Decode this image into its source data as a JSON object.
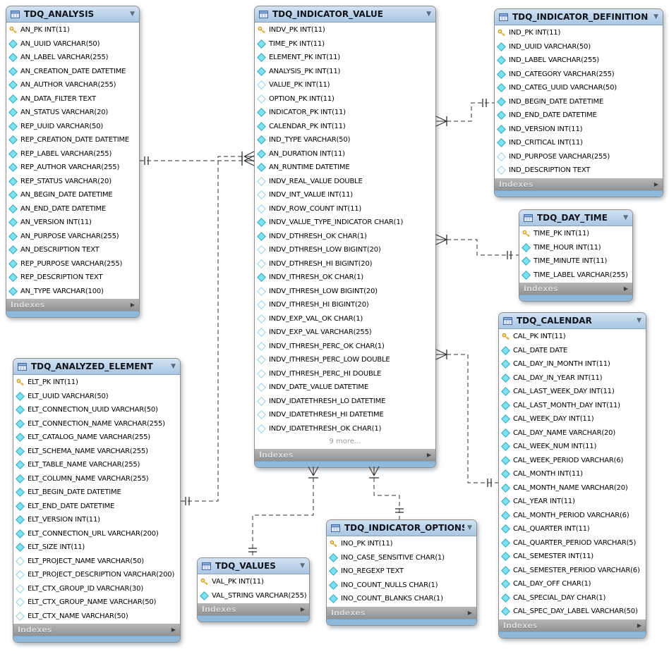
{
  "labels": {
    "indexes": "Indexes"
  },
  "icons": {
    "collapse": "▼",
    "expand": "▶",
    "primary_key": "key-icon",
    "notnull": "filled-diamond-icon",
    "nullable": "open-diamond-icon"
  },
  "colors": {
    "header": "#a9c6e2",
    "strip": "#8fb9da",
    "footer": "#9e9e9e",
    "diamond_notnull": "#7de2ef",
    "key_yellow": "#ffd95e",
    "wire": "#2f2f2f"
  },
  "tables": [
    {
      "id": "tdq_analysis",
      "name": "TDQ_ANALYSIS",
      "more": null,
      "columns": [
        {
          "name": "AN_PK",
          "type": "INT(11)",
          "key": "pk"
        },
        {
          "name": "AN_UUID",
          "type": "VARCHAR(50)",
          "key": "notnull"
        },
        {
          "name": "AN_LABEL",
          "type": "VARCHAR(255)",
          "key": "notnull"
        },
        {
          "name": "AN_CREATION_DATE",
          "type": "DATETIME",
          "key": "notnull"
        },
        {
          "name": "AN_AUTHOR",
          "type": "VARCHAR(255)",
          "key": "notnull"
        },
        {
          "name": "AN_DATA_FILTER",
          "type": "TEXT",
          "key": "notnull"
        },
        {
          "name": "AN_STATUS",
          "type": "VARCHAR(20)",
          "key": "notnull"
        },
        {
          "name": "REP_UUID",
          "type": "VARCHAR(50)",
          "key": "notnull"
        },
        {
          "name": "REP_CREATION_DATE",
          "type": "DATETIME",
          "key": "notnull"
        },
        {
          "name": "REP_LABEL",
          "type": "VARCHAR(255)",
          "key": "notnull"
        },
        {
          "name": "REP_AUTHOR",
          "type": "VARCHAR(255)",
          "key": "notnull"
        },
        {
          "name": "REP_STATUS",
          "type": "VARCHAR(20)",
          "key": "notnull"
        },
        {
          "name": "AN_BEGIN_DATE",
          "type": "DATETIME",
          "key": "notnull"
        },
        {
          "name": "AN_END_DATE",
          "type": "DATETIME",
          "key": "notnull"
        },
        {
          "name": "AN_VERSION",
          "type": "INT(11)",
          "key": "notnull"
        },
        {
          "name": "AN_PURPOSE",
          "type": "VARCHAR(255)",
          "key": "notnull"
        },
        {
          "name": "AN_DESCRIPTION",
          "type": "TEXT",
          "key": "notnull"
        },
        {
          "name": "REP_PURPOSE",
          "type": "VARCHAR(255)",
          "key": "notnull"
        },
        {
          "name": "REP_DESCRIPTION",
          "type": "TEXT",
          "key": "notnull"
        },
        {
          "name": "AN_TYPE",
          "type": "VARCHAR(100)",
          "key": "notnull"
        }
      ]
    },
    {
      "id": "tdq_indicator_value",
      "name": "TDQ_INDICATOR_VALUE",
      "more": "9 more...",
      "columns": [
        {
          "name": "INDV_PK",
          "type": "INT(11)",
          "key": "pk"
        },
        {
          "name": "TIME_PK",
          "type": "INT(11)",
          "key": "notnull"
        },
        {
          "name": "ELEMENT_PK",
          "type": "INT(11)",
          "key": "notnull"
        },
        {
          "name": "ANALYSIS_PK",
          "type": "INT(11)",
          "key": "notnull"
        },
        {
          "name": "VALUE_PK",
          "type": "INT(11)",
          "key": "nullable"
        },
        {
          "name": "OPTION_PK",
          "type": "INT(11)",
          "key": "nullable"
        },
        {
          "name": "INDICATOR_PK",
          "type": "INT(11)",
          "key": "notnull"
        },
        {
          "name": "CALENDAR_PK",
          "type": "INT(11)",
          "key": "notnull"
        },
        {
          "name": "IND_TYPE",
          "type": "VARCHAR(50)",
          "key": "notnull"
        },
        {
          "name": "AN_DURATION",
          "type": "INT(11)",
          "key": "notnull"
        },
        {
          "name": "AN_RUNTIME",
          "type": "DATETIME",
          "key": "notnull"
        },
        {
          "name": "INDV_REAL_VALUE",
          "type": "DOUBLE",
          "key": "nullable"
        },
        {
          "name": "INDV_INT_VALUE",
          "type": "INT(11)",
          "key": "nullable"
        },
        {
          "name": "INDV_ROW_COUNT",
          "type": "INT(11)",
          "key": "nullable"
        },
        {
          "name": "INDV_VALUE_TYPE_INDICATOR",
          "type": "CHAR(1)",
          "key": "notnull"
        },
        {
          "name": "INDV_DTHRESH_OK",
          "type": "CHAR(1)",
          "key": "notnull"
        },
        {
          "name": "INDV_DTHRESH_LOW",
          "type": "BIGINT(20)",
          "key": "nullable"
        },
        {
          "name": "INDV_DTHRESH_HI",
          "type": "BIGINT(20)",
          "key": "nullable"
        },
        {
          "name": "INDV_ITHRESH_OK",
          "type": "CHAR(1)",
          "key": "notnull"
        },
        {
          "name": "INDV_ITHRESH_LOW",
          "type": "BIGINT(20)",
          "key": "nullable"
        },
        {
          "name": "INDV_ITHRESH_HI",
          "type": "BIGINT(20)",
          "key": "nullable"
        },
        {
          "name": "INDV_EXP_VAL_OK",
          "type": "CHAR(1)",
          "key": "nullable"
        },
        {
          "name": "INDV_EXP_VAL",
          "type": "VARCHAR(255)",
          "key": "nullable"
        },
        {
          "name": "INDV_ITHRESH_PERC_OK",
          "type": "CHAR(1)",
          "key": "nullable"
        },
        {
          "name": "INDV_ITHRESH_PERC_LOW",
          "type": "DOUBLE",
          "key": "nullable"
        },
        {
          "name": "INDV_ITHRESH_PERC_HI",
          "type": "DOUBLE",
          "key": "nullable"
        },
        {
          "name": "INDV_DATE_VALUE",
          "type": "DATETIME",
          "key": "nullable"
        },
        {
          "name": "INDV_IDATETHRESH_LO",
          "type": "DATETIME",
          "key": "nullable"
        },
        {
          "name": "INDV_IDATETHRESH_HI",
          "type": "DATETIME",
          "key": "nullable"
        },
        {
          "name": "INDV_IDATETHRESH_OK",
          "type": "CHAR(1)",
          "key": "nullable"
        }
      ]
    },
    {
      "id": "tdq_indicator_definition",
      "name": "TDQ_INDICATOR_DEFINITION",
      "more": null,
      "columns": [
        {
          "name": "IND_PK",
          "type": "INT(11)",
          "key": "pk"
        },
        {
          "name": "IND_UUID",
          "type": "VARCHAR(50)",
          "key": "notnull"
        },
        {
          "name": "IND_LABEL",
          "type": "VARCHAR(255)",
          "key": "notnull"
        },
        {
          "name": "IND_CATEGORY",
          "type": "VARCHAR(255)",
          "key": "notnull"
        },
        {
          "name": "IND_CATEG_UUID",
          "type": "VARCHAR(50)",
          "key": "notnull"
        },
        {
          "name": "IND_BEGIN_DATE",
          "type": "DATETIME",
          "key": "notnull"
        },
        {
          "name": "IND_END_DATE",
          "type": "DATETIME",
          "key": "notnull"
        },
        {
          "name": "IND_VERSION",
          "type": "INT(11)",
          "key": "notnull"
        },
        {
          "name": "IND_CRITICAL",
          "type": "INT(11)",
          "key": "notnull"
        },
        {
          "name": "IND_PURPOSE",
          "type": "VARCHAR(255)",
          "key": "nullable"
        },
        {
          "name": "IND_DESCRIPTION",
          "type": "TEXT",
          "key": "nullable"
        }
      ]
    },
    {
      "id": "tdq_day_time",
      "name": "TDQ_DAY_TIME",
      "more": null,
      "columns": [
        {
          "name": "TIME_PK",
          "type": "INT(11)",
          "key": "pk"
        },
        {
          "name": "TIME_HOUR",
          "type": "INT(11)",
          "key": "notnull"
        },
        {
          "name": "TIME_MINUTE",
          "type": "INT(11)",
          "key": "notnull"
        },
        {
          "name": "TIME_LABEL",
          "type": "VARCHAR(255)",
          "key": "notnull"
        }
      ]
    },
    {
      "id": "tdq_calendar",
      "name": "TDQ_CALENDAR",
      "more": null,
      "columns": [
        {
          "name": "CAL_PK",
          "type": "INT(11)",
          "key": "pk"
        },
        {
          "name": "CAL_DATE",
          "type": "DATE",
          "key": "notnull"
        },
        {
          "name": "CAL_DAY_IN_MONTH",
          "type": "INT(11)",
          "key": "notnull"
        },
        {
          "name": "CAL_DAY_IN_YEAR",
          "type": "INT(11)",
          "key": "notnull"
        },
        {
          "name": "CAL_LAST_WEEK_DAY",
          "type": "INT(11)",
          "key": "notnull"
        },
        {
          "name": "CAL_LAST_MONTH_DAY",
          "type": "INT(11)",
          "key": "notnull"
        },
        {
          "name": "CAL_WEEK_DAY",
          "type": "INT(11)",
          "key": "notnull"
        },
        {
          "name": "CAL_DAY_NAME",
          "type": "VARCHAR(20)",
          "key": "notnull"
        },
        {
          "name": "CAL_WEEK_NUM",
          "type": "INT(11)",
          "key": "notnull"
        },
        {
          "name": "CAL_WEEK_PERIOD",
          "type": "VARCHAR(6)",
          "key": "notnull"
        },
        {
          "name": "CAL_MONTH",
          "type": "INT(11)",
          "key": "notnull"
        },
        {
          "name": "CAL_MONTH_NAME",
          "type": "VARCHAR(20)",
          "key": "notnull"
        },
        {
          "name": "CAL_YEAR",
          "type": "INT(11)",
          "key": "notnull"
        },
        {
          "name": "CAL_MONTH_PERIOD",
          "type": "VARCHAR(6)",
          "key": "notnull"
        },
        {
          "name": "CAL_QUARTER",
          "type": "INT(11)",
          "key": "notnull"
        },
        {
          "name": "CAL_QUARTER_PERIOD",
          "type": "VARCHAR(5)",
          "key": "notnull"
        },
        {
          "name": "CAL_SEMESTER",
          "type": "INT(11)",
          "key": "notnull"
        },
        {
          "name": "CAL_SEMESTER_PERIOD",
          "type": "VARCHAR(6)",
          "key": "notnull"
        },
        {
          "name": "CAL_DAY_OFF",
          "type": "CHAR(1)",
          "key": "notnull"
        },
        {
          "name": "CAL_SPECIAL_DAY",
          "type": "CHAR(1)",
          "key": "notnull"
        },
        {
          "name": "CAL_SPEC_DAY_LABEL",
          "type": "VARCHAR(50)",
          "key": "notnull"
        }
      ]
    },
    {
      "id": "tdq_analyzed_element",
      "name": "TDQ_ANALYZED_ELEMENT",
      "more": null,
      "columns": [
        {
          "name": "ELT_PK",
          "type": "INT(11)",
          "key": "pk"
        },
        {
          "name": "ELT_UUID",
          "type": "VARCHAR(50)",
          "key": "notnull"
        },
        {
          "name": "ELT_CONNECTION_UUID",
          "type": "VARCHAR(50)",
          "key": "notnull"
        },
        {
          "name": "ELT_CONNECTION_NAME",
          "type": "VARCHAR(255)",
          "key": "notnull"
        },
        {
          "name": "ELT_CATALOG_NAME",
          "type": "VARCHAR(255)",
          "key": "notnull"
        },
        {
          "name": "ELT_SCHEMA_NAME",
          "type": "VARCHAR(255)",
          "key": "notnull"
        },
        {
          "name": "ELT_TABLE_NAME",
          "type": "VARCHAR(255)",
          "key": "notnull"
        },
        {
          "name": "ELT_COLUMN_NAME",
          "type": "VARCHAR(255)",
          "key": "notnull"
        },
        {
          "name": "ELT_BEGIN_DATE",
          "type": "DATETIME",
          "key": "notnull"
        },
        {
          "name": "ELT_END_DATE",
          "type": "DATETIME",
          "key": "notnull"
        },
        {
          "name": "ELT_VERSION",
          "type": "INT(11)",
          "key": "notnull"
        },
        {
          "name": "ELT_CONNECTION_URL",
          "type": "VARCHAR(200)",
          "key": "notnull"
        },
        {
          "name": "ELT_SIZE",
          "type": "INT(11)",
          "key": "notnull"
        },
        {
          "name": "ELT_PROJECT_NAME",
          "type": "VARCHAR(50)",
          "key": "nullable"
        },
        {
          "name": "ELT_PROJECT_DESCRIPTION",
          "type": "VARCHAR(200)",
          "key": "nullable"
        },
        {
          "name": "ELT_CTX_GROUP_ID",
          "type": "VARCHAR(30)",
          "key": "nullable"
        },
        {
          "name": "ELT_CTX_GROUP_NAME",
          "type": "VARCHAR(50)",
          "key": "nullable"
        },
        {
          "name": "ELT_CTX_NAME",
          "type": "VARCHAR(50)",
          "key": "nullable"
        }
      ]
    },
    {
      "id": "tdq_values",
      "name": "TDQ_VALUES",
      "more": null,
      "columns": [
        {
          "name": "VAL_PK",
          "type": "INT(11)",
          "key": "pk"
        },
        {
          "name": "VAL_STRING",
          "type": "VARCHAR(255)",
          "key": "notnull"
        }
      ]
    },
    {
      "id": "tdq_indicator_options",
      "name": "TDQ_INDICATOR_OPTIONS",
      "more": null,
      "columns": [
        {
          "name": "INO_PK",
          "type": "INT(11)",
          "key": "pk"
        },
        {
          "name": "INO_CASE_SENSITIVE",
          "type": "CHAR(1)",
          "key": "notnull"
        },
        {
          "name": "INO_REGEXP",
          "type": "TEXT",
          "key": "notnull"
        },
        {
          "name": "INO_COUNT_NULLS",
          "type": "CHAR(1)",
          "key": "notnull"
        },
        {
          "name": "INO_COUNT_BLANKS",
          "type": "CHAR(1)",
          "key": "notnull"
        }
      ]
    }
  ],
  "relationships": [
    {
      "from": "TDQ_ANALYSIS",
      "from_end": "one",
      "to": "TDQ_INDICATOR_VALUE",
      "to_end": "many",
      "style": "dashed"
    },
    {
      "from": "TDQ_INDICATOR_DEFINITION",
      "from_end": "one",
      "to": "TDQ_INDICATOR_VALUE",
      "to_end": "many",
      "style": "dashed"
    },
    {
      "from": "TDQ_DAY_TIME",
      "from_end": "one",
      "to": "TDQ_INDICATOR_VALUE",
      "to_end": "many",
      "style": "dashed"
    },
    {
      "from": "TDQ_CALENDAR",
      "from_end": "one",
      "to": "TDQ_INDICATOR_VALUE",
      "to_end": "many",
      "style": "dashed"
    },
    {
      "from": "TDQ_ANALYZED_ELEMENT",
      "from_end": "one",
      "to": "TDQ_INDICATOR_VALUE",
      "to_end": "many",
      "style": "dashed"
    },
    {
      "from": "TDQ_VALUES",
      "from_end": "one",
      "to": "TDQ_INDICATOR_VALUE",
      "to_end": "many",
      "style": "dashed"
    },
    {
      "from": "TDQ_INDICATOR_OPTIONS",
      "from_end": "one",
      "to": "TDQ_INDICATOR_VALUE",
      "to_end": "many",
      "style": "dashed"
    }
  ]
}
